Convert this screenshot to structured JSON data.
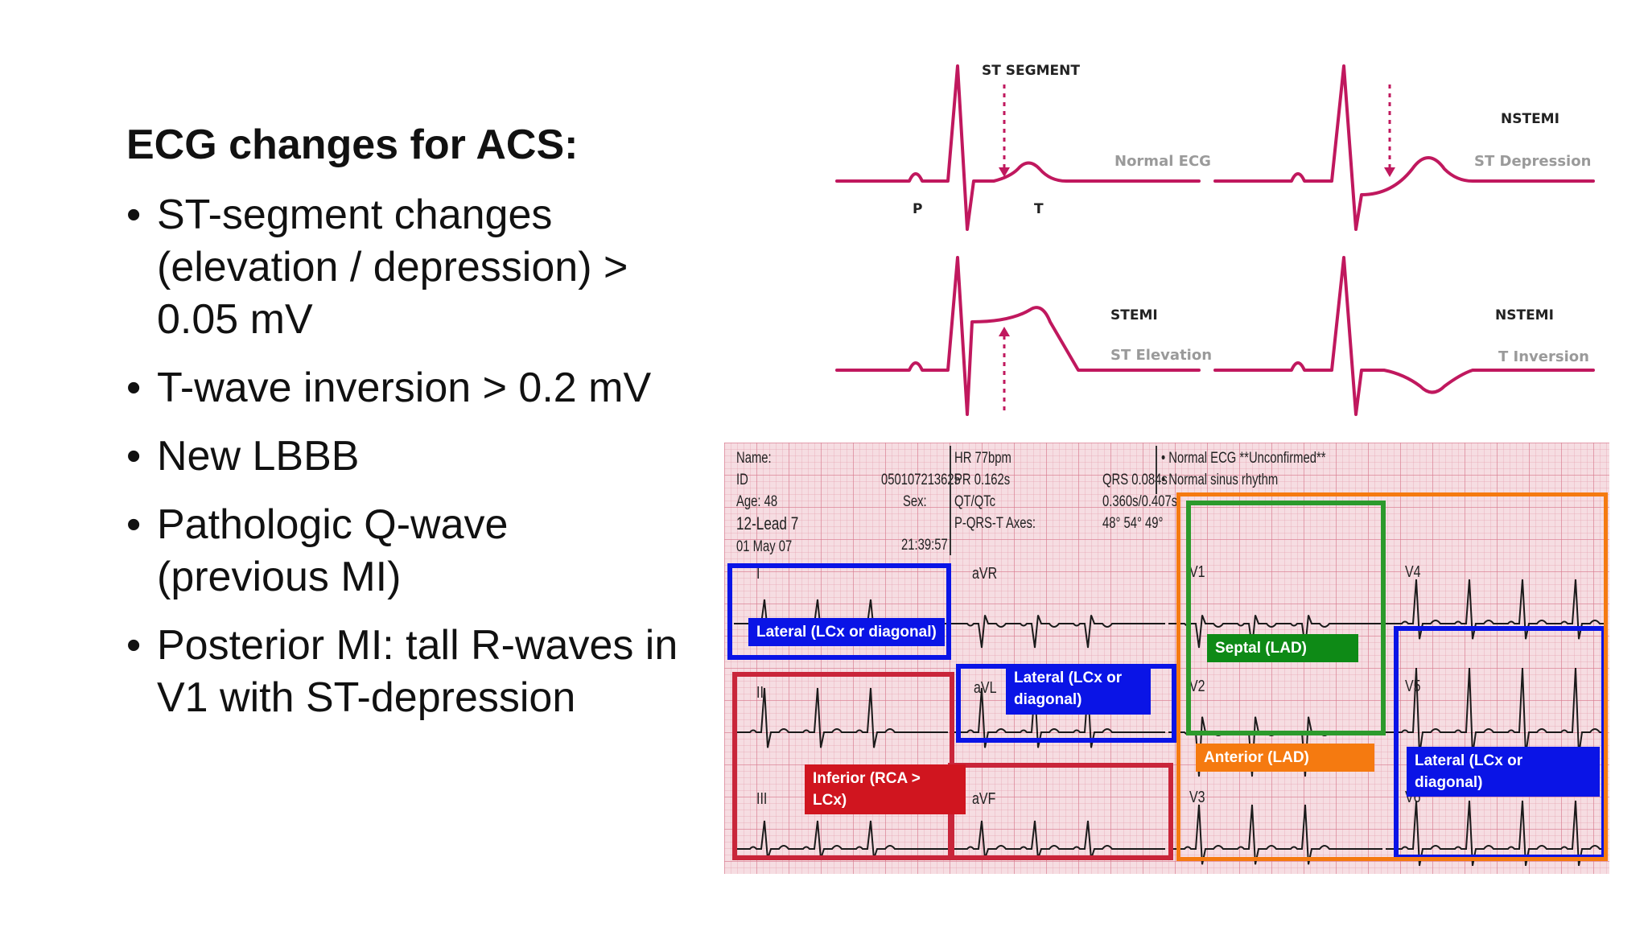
{
  "slide": {
    "title": "ECG changes for ACS:",
    "bullets": [
      "ST-segment changes (elevation / depression) > 0.05 mV",
      "T-wave inversion > 0.2 mV",
      "New LBBB",
      "Pathologic Q-wave (previous MI)",
      "Posterior MI: tall R-waves in V1 with ST-depression"
    ]
  },
  "diagram": {
    "trace_color": "#c0185e",
    "normal": {
      "header": "ST SEGMENT",
      "caption": "Normal ECG",
      "p_label": "P",
      "t_label": "T"
    },
    "nstemi_depression": {
      "header": "NSTEMI",
      "caption": "ST Depression"
    },
    "stemi": {
      "header": "STEMI",
      "caption": "ST Elevation"
    },
    "nstemi_inversion": {
      "header": "NSTEMI",
      "caption": "T Inversion"
    }
  },
  "ecg_strip": {
    "header": {
      "name": "Name:",
      "id": "ID",
      "id_value": "050107213625",
      "age": "Age: 48",
      "sex": "Sex:",
      "lead_type": "12-Lead 7",
      "date": "01 May 07",
      "time": "21:39:57",
      "hr": "HR 77bpm",
      "pr": "PR 0.162s",
      "qt": "QT/QTc",
      "axes": "P-QRS-T Axes:",
      "qrs": "QRS 0.084s",
      "qt_value": "0.360s/0.407s",
      "axes_value": "48° 54° 49°",
      "interpretation_1": "• Normal ECG **Unconfirmed**",
      "interpretation_2": "• Normal sinus rhythm"
    },
    "leads": {
      "I": "I",
      "II": "II",
      "III": "III",
      "aVR": "aVR",
      "aVL": "aVL",
      "aVF": "aVF",
      "V1": "V1",
      "V2": "V2",
      "V3": "V3",
      "V4": "V4",
      "V5": "V5",
      "V6": "V6"
    },
    "regions": {
      "lateral_1": {
        "label": "Lateral (LCx or diagonal)",
        "color": "#0a14e6"
      },
      "lateral_2": {
        "label": "Lateral (LCx or diagonal)",
        "color": "#0a14e6"
      },
      "lateral_3": {
        "label": "Lateral (LCx or diagonal)",
        "color": "#0a14e6"
      },
      "inferior": {
        "label": "Inferior (RCA > LCx)",
        "color": "#d0151f"
      },
      "septal": {
        "label": "Septal (LAD)",
        "color": "#0e8a16"
      },
      "anterior": {
        "label": "Anterior (LAD)",
        "color": "#f57a10"
      }
    }
  }
}
